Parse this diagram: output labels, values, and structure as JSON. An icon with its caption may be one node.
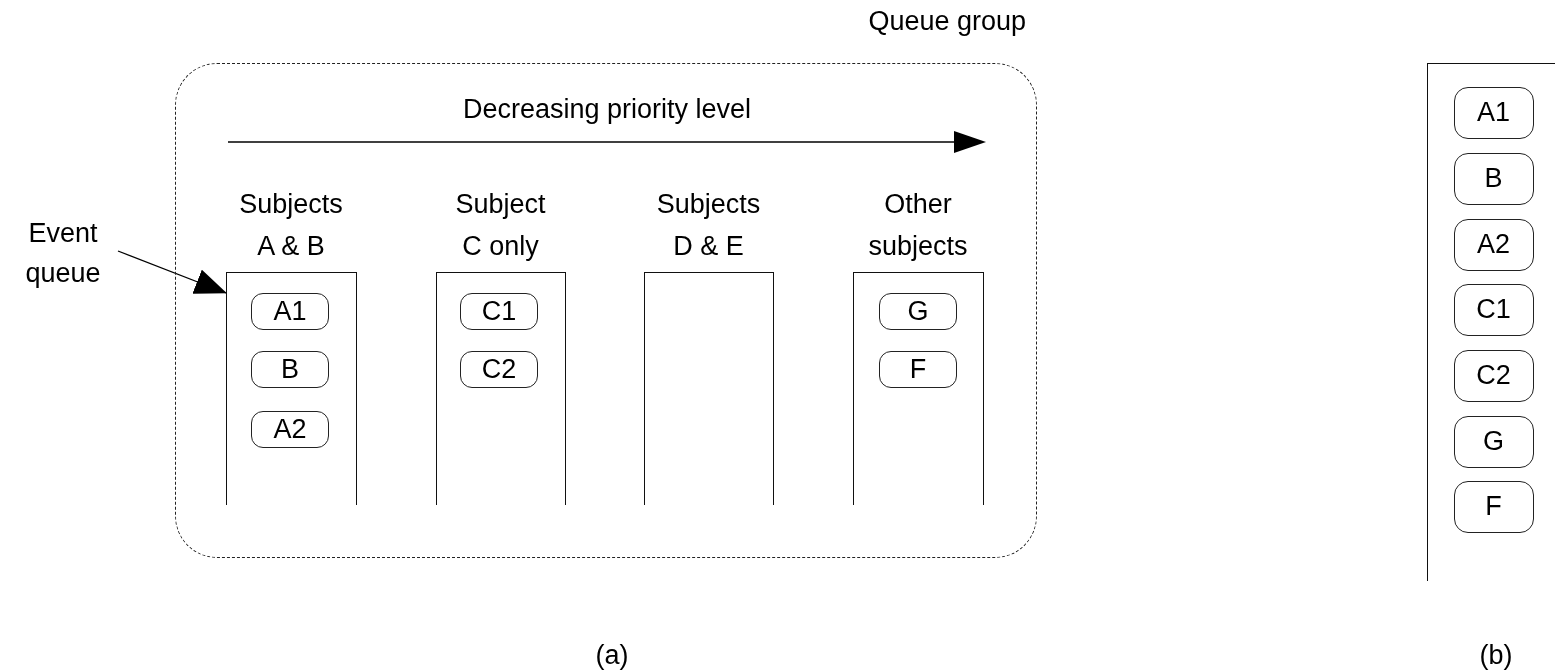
{
  "diagram": {
    "nodes": [
      {
        "text": [
          "Queue group",
          "Decreasing priority level"
        ]
      },
      {
        "text": [
          "Subjects A & B"
        ],
        "in": 0
      },
      {
        "text": [
          "A1"
        ],
        "in": 1
      },
      {
        "text": [
          "B"
        ],
        "in": 1
      },
      {
        "text": [
          "A2"
        ],
        "in": 1
      },
      {
        "text": [
          "Subject C only"
        ],
        "in": 0
      },
      {
        "text": [
          "C1"
        ],
        "in": 5
      },
      {
        "text": [
          "C2"
        ],
        "in": 5
      },
      {
        "text": [
          "Subjects D & E"
        ],
        "in": 0
      },
      {
        "text": [
          "Other subjects"
        ],
        "in": 0
      },
      {
        "text": [
          "G"
        ],
        "in": 9
      },
      {
        "text": [
          "F"
        ],
        "in": 9
      },
      {
        "text": [
          "Event queue"
        ]
      },
      {
        "text": [],
        "shape": "box"
      },
      {
        "text": [
          "A1"
        ],
        "in": 13
      },
      {
        "text": [
          "B"
        ],
        "in": 13
      },
      {
        "text": [
          "A2"
        ],
        "in": 13
      },
      {
        "text": [
          "C1"
        ],
        "in": 13
      },
      {
        "text": [
          "C2"
        ],
        "in": 13
      },
      {
        "text": [
          "G"
        ],
        "in": 13
      },
      {
        "text": [
          "F"
        ],
        "in": 13
      }
    ],
    "edges": [
      {
        "from": 12,
        "to": 1,
        "arrow": "to"
      }
    ],
    "labels": [
      "(a)",
      "(b)"
    ]
  }
}
